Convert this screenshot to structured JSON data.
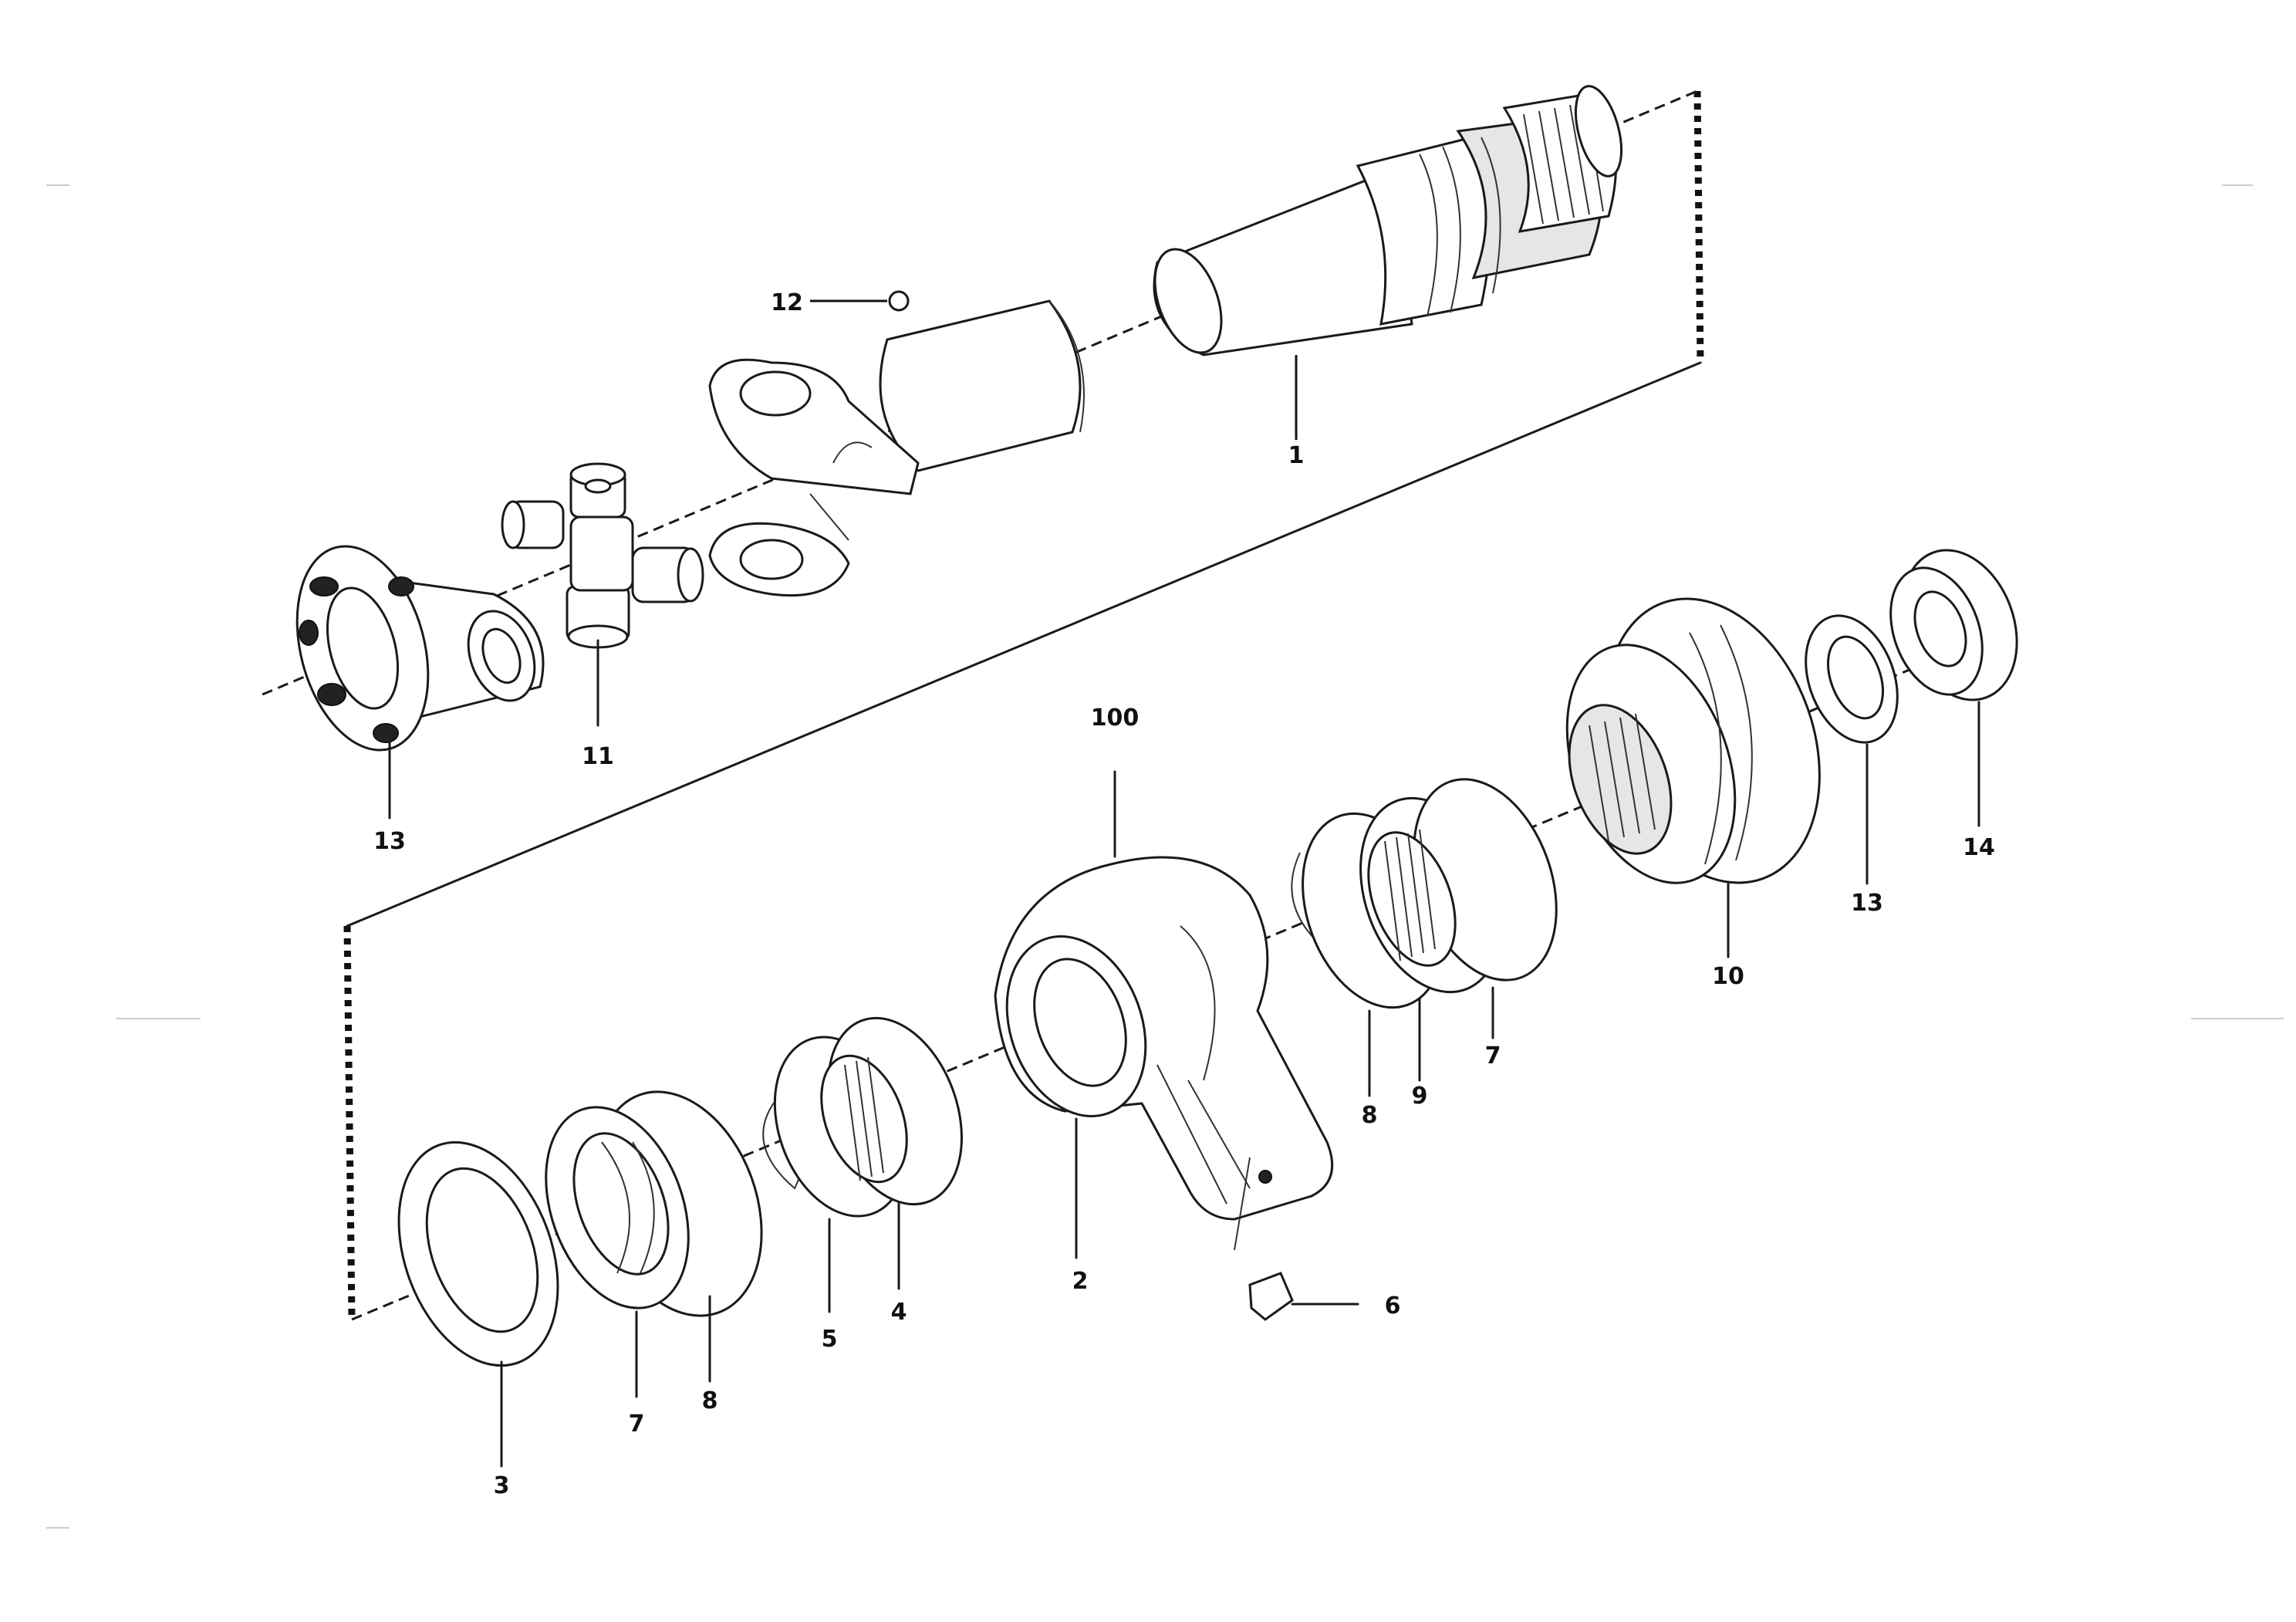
{
  "labels": {
    "p1": "1",
    "p2": "2",
    "p3": "3",
    "p4": "4",
    "p5": "5",
    "p6": "6",
    "p7a": "7",
    "p7b": "7",
    "p8a": "8",
    "p8b": "8",
    "p9": "9",
    "p10": "10",
    "p11": "11",
    "p12": "12",
    "p13a": "13",
    "p13b": "13",
    "p14": "14",
    "p100": "100"
  },
  "reference": {
    "line1": "",
    "line2": "",
    "code": ""
  }
}
